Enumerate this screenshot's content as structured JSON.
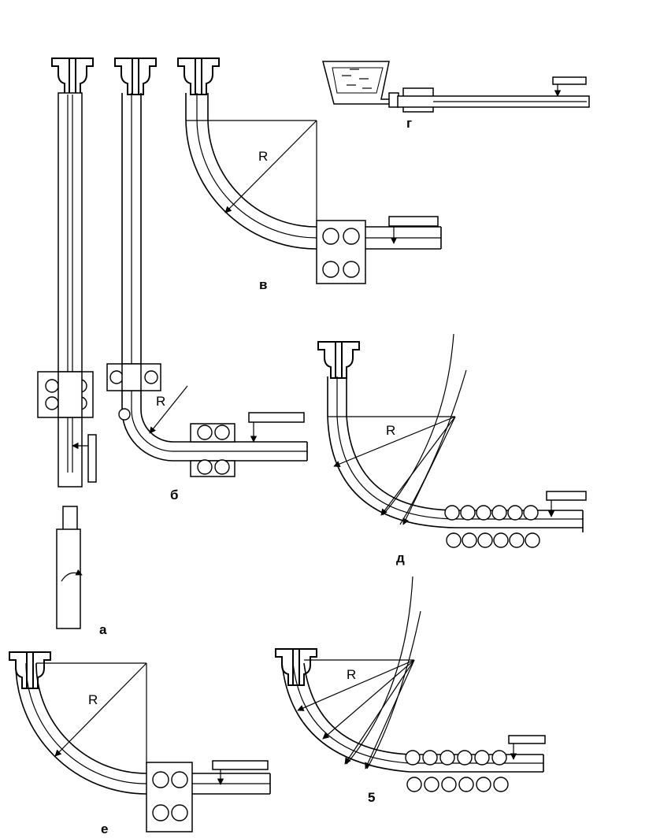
{
  "labels": {
    "a": "а",
    "b": "б",
    "v": "в",
    "g": "г",
    "d": "д",
    "e": "е",
    "zh": "5",
    "radius": "R"
  }
}
